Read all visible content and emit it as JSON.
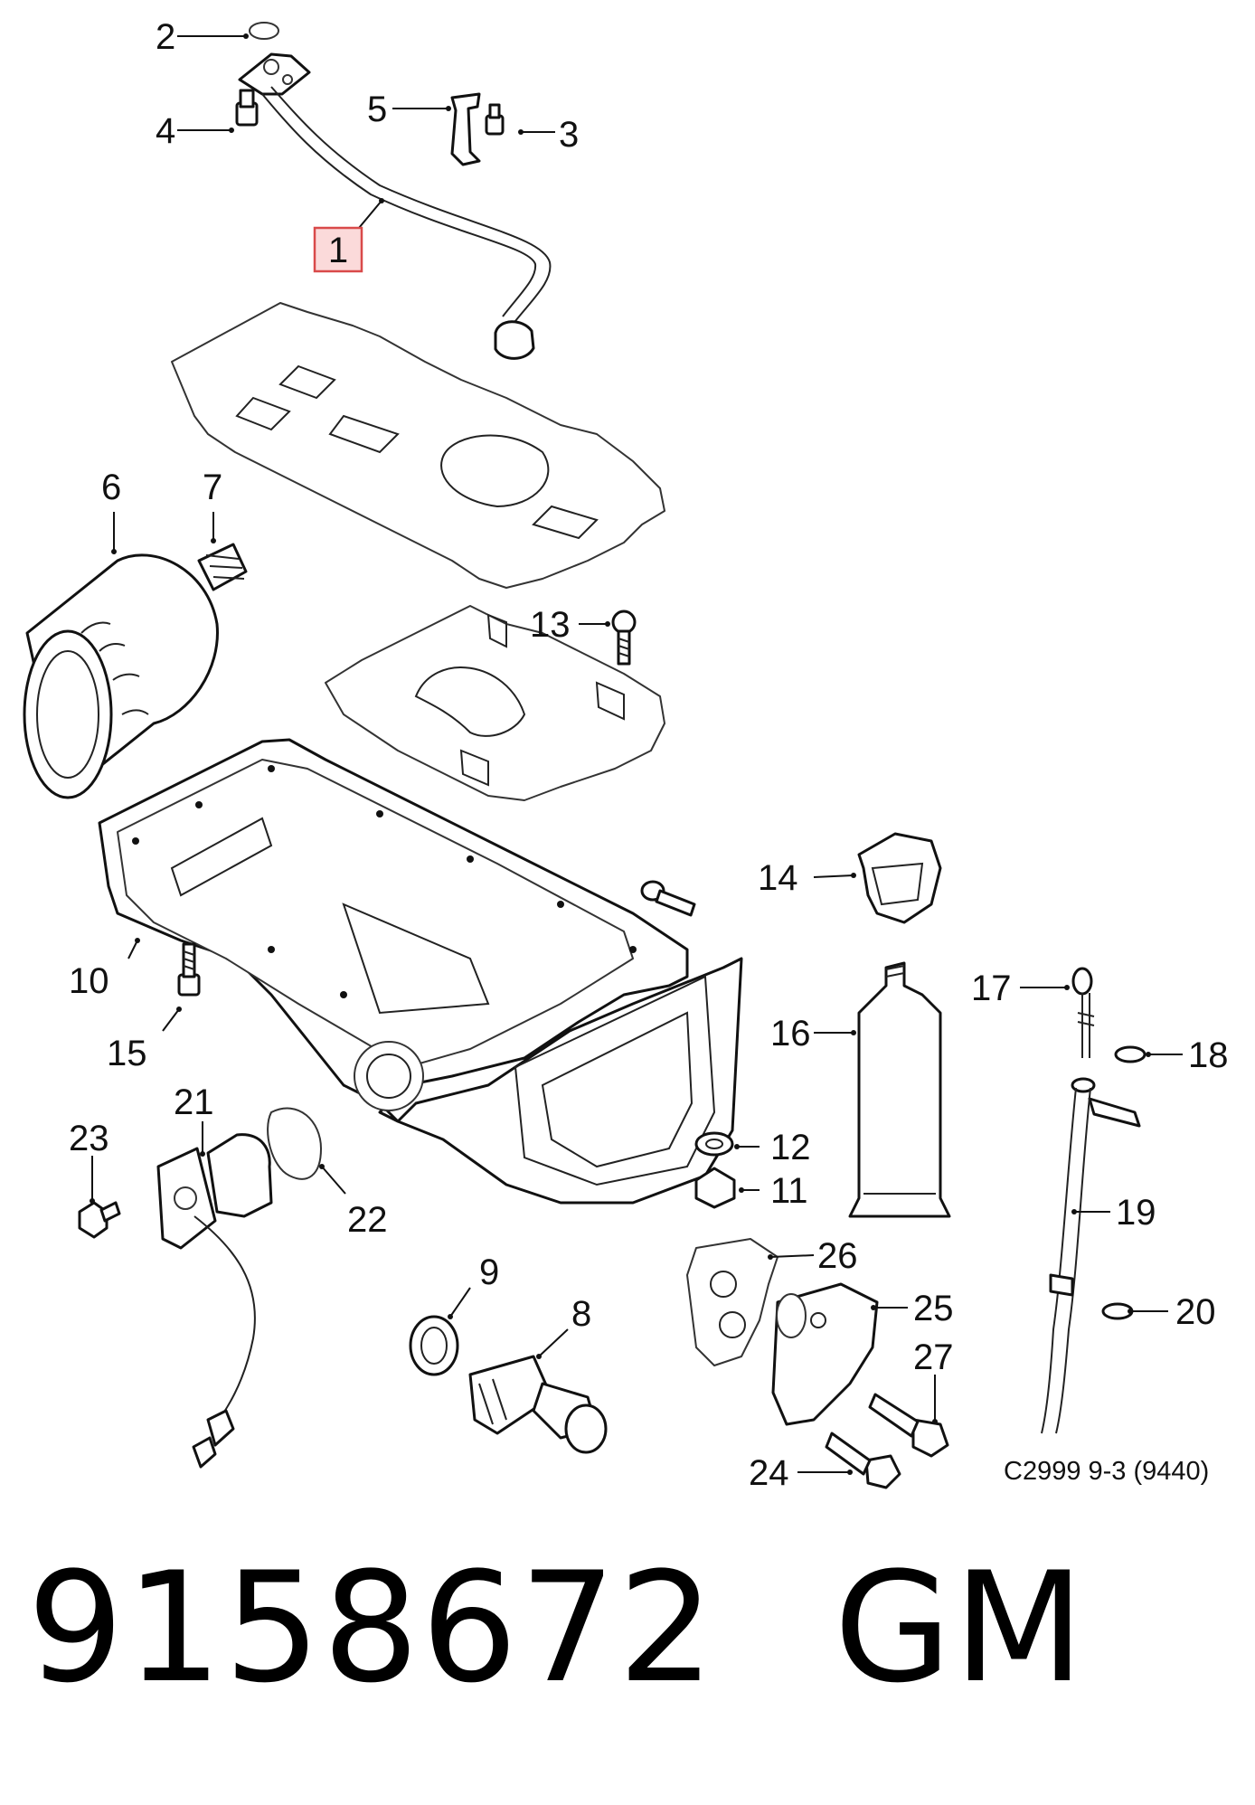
{
  "diagram": {
    "highlighted_callout": "1",
    "callouts": [
      "1",
      "2",
      "3",
      "4",
      "5",
      "6",
      "7",
      "8",
      "9",
      "10",
      "11",
      "12",
      "13",
      "14",
      "15",
      "16",
      "17",
      "18",
      "19",
      "20",
      "21",
      "22",
      "23",
      "24",
      "25",
      "26",
      "27"
    ],
    "reference_code": "C2999 9-3 (9440)"
  },
  "footer": {
    "part_number": "9158672",
    "brand": "GM"
  }
}
